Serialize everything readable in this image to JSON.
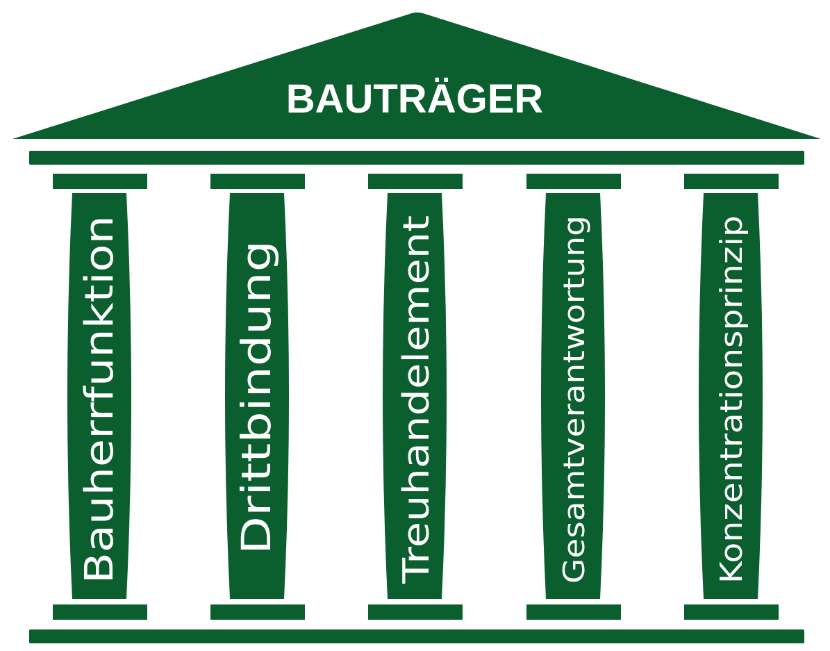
{
  "colors": {
    "primary": "#0b5e2e",
    "text": "#ffffff",
    "background": "#ffffff"
  },
  "roof": {
    "title": "BAUTRÄGER"
  },
  "pillars": [
    {
      "label": "Bauherrfunktion"
    },
    {
      "label": "Drittbindung"
    },
    {
      "label": "Treuhandelement"
    },
    {
      "label": "Gesamtverantwortung"
    },
    {
      "label": "Konzentrationsprinzip"
    }
  ]
}
